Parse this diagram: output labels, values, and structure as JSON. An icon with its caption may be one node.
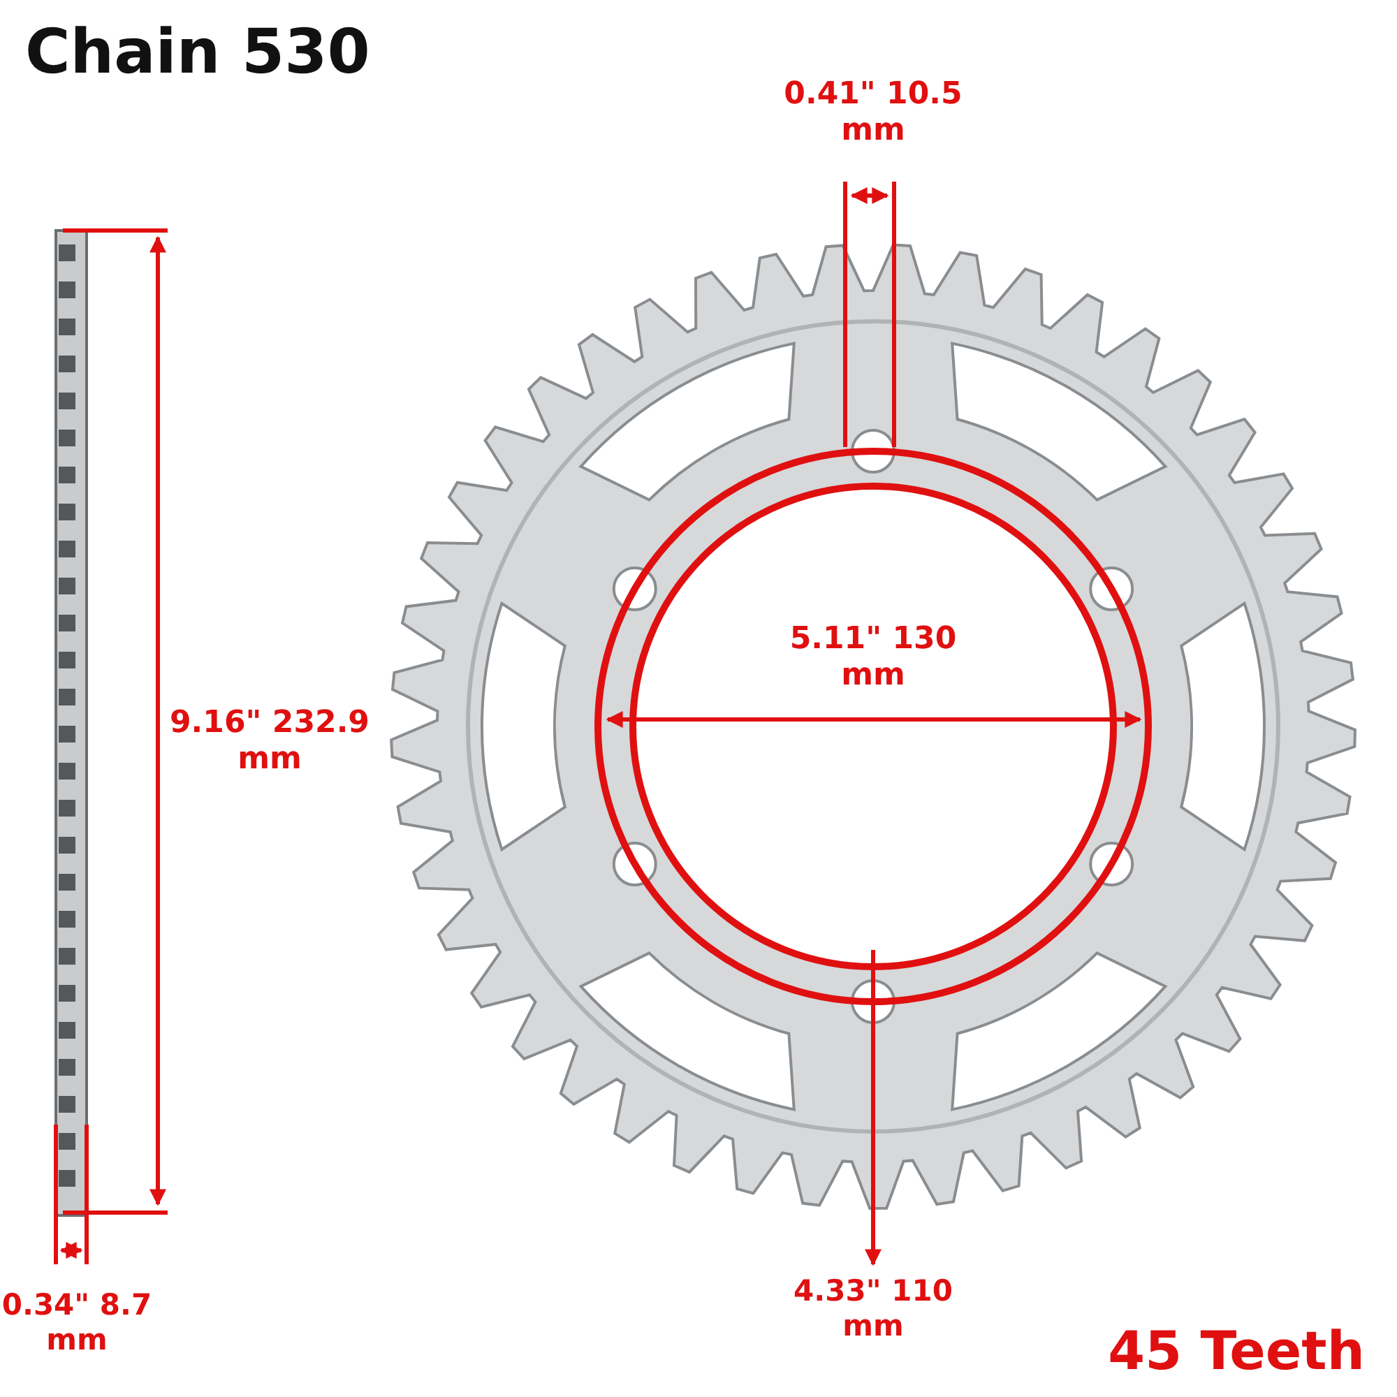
{
  "diagram": {
    "title": "Chain 530",
    "labels": [
      "0.41\" 10.5 mm",
      "9.16\" 232.9 mm",
      "5.11\" 130 mm",
      "0.34\" 8.7 mm",
      "4.33\" 110 mm",
      "45 Teeth"
    ]
  }
}
